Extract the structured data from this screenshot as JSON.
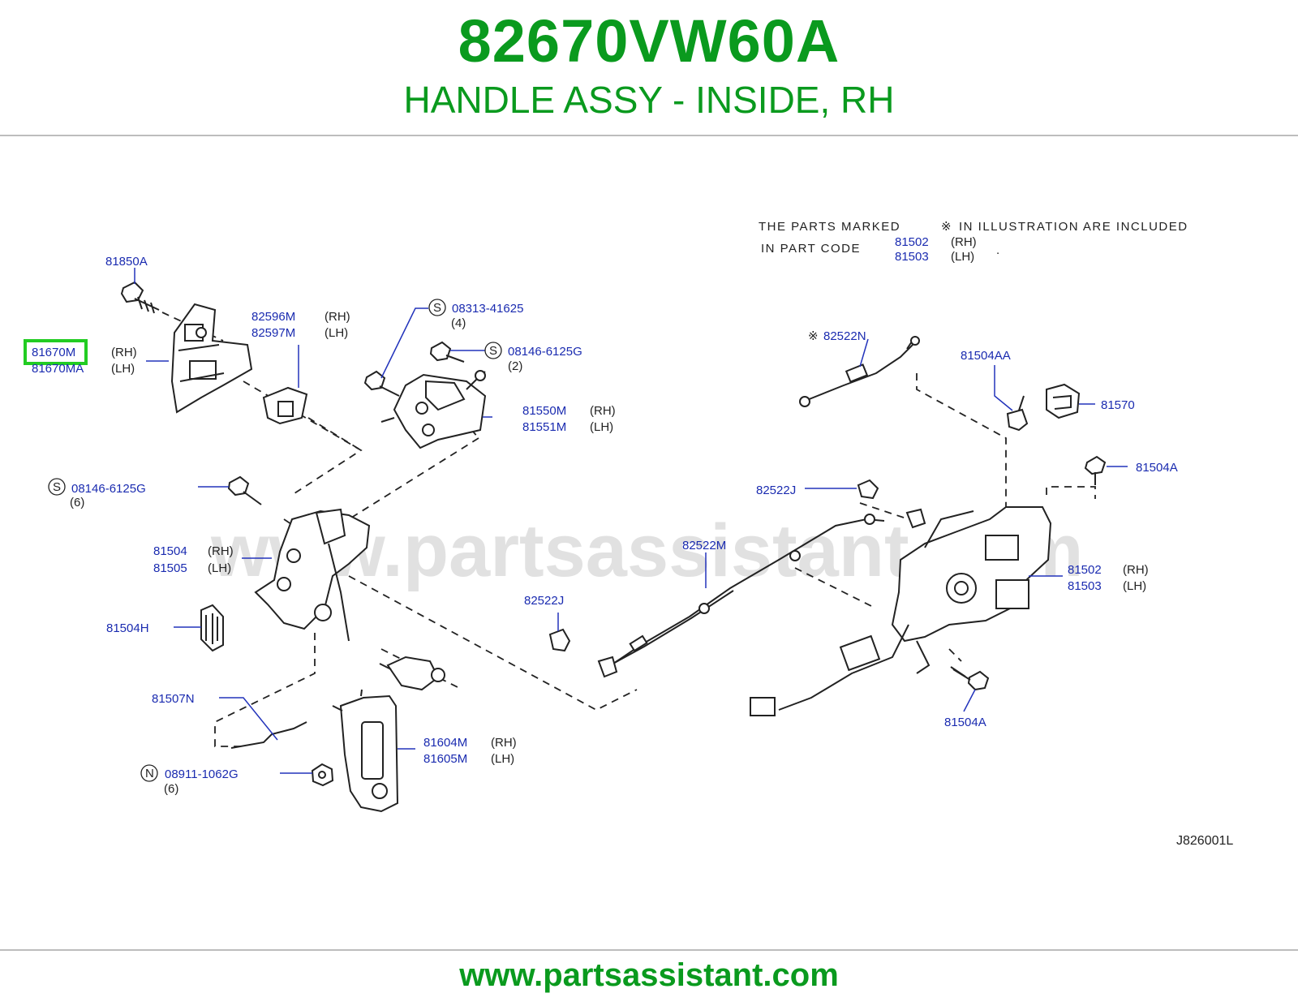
{
  "header": {
    "part_number": "82670VW60A",
    "description": "HANDLE ASSY - INSIDE, RH"
  },
  "footer": {
    "url": "www.partsassistant.com"
  },
  "watermark": "www.partsassistant.com",
  "colors": {
    "brand_green": "#0a9a1e",
    "callout_blue": "#1a2bb0",
    "highlight": "#22cc22"
  },
  "diagram": {
    "code": "J826001L",
    "note": {
      "line1": "THE   PARTS   MARKED",
      "mark": "※",
      "line1b": "IN   ILLUSTRATION   ARE   INCLUDED",
      "line2": "IN   PART   CODE",
      "codes": [
        "81502",
        "81503"
      ],
      "sides": [
        "(RH)",
        "(LH)"
      ],
      "end": "."
    },
    "callouts": [
      {
        "id": "c81850A",
        "lines": [
          "81850A"
        ],
        "sides": []
      },
      {
        "id": "c81670M",
        "lines": [
          "81670M",
          "81670MA"
        ],
        "sides": [
          "(RH)",
          "(LH)"
        ],
        "highlighted": true
      },
      {
        "id": "c82596M",
        "lines": [
          "82596M",
          "82597M"
        ],
        "sides": [
          "(RH)",
          "(LH)"
        ]
      },
      {
        "id": "c08313",
        "symbol": "S",
        "lines": [
          "08313-41625"
        ],
        "qty": "(4)"
      },
      {
        "id": "c08146a",
        "symbol": "S",
        "lines": [
          "08146-6125G"
        ],
        "qty": "(2)"
      },
      {
        "id": "c81550M",
        "lines": [
          "81550M",
          "81551M"
        ],
        "sides": [
          "(RH)",
          "(LH)"
        ]
      },
      {
        "id": "c08146b",
        "symbol": "S",
        "lines": [
          "08146-6125G"
        ],
        "qty": "(6)"
      },
      {
        "id": "c81504",
        "lines": [
          "81504",
          "81505"
        ],
        "sides": [
          "(RH)",
          "(LH)"
        ]
      },
      {
        "id": "c81504H",
        "lines": [
          "81504H"
        ],
        "sides": []
      },
      {
        "id": "c81507N",
        "lines": [
          "81507N"
        ],
        "sides": []
      },
      {
        "id": "c08911",
        "symbol": "N",
        "lines": [
          "08911-1062G"
        ],
        "qty": "(6)"
      },
      {
        "id": "c81604M",
        "lines": [
          "81604M",
          "81605M"
        ],
        "sides": [
          "(RH)",
          "(LH)"
        ]
      },
      {
        "id": "c82522N",
        "mark": "※",
        "lines": [
          "82522N"
        ],
        "sides": []
      },
      {
        "id": "c81504AA",
        "lines": [
          "81504AA"
        ],
        "sides": []
      },
      {
        "id": "c81570",
        "lines": [
          "81570"
        ],
        "sides": []
      },
      {
        "id": "c81504A_top",
        "lines": [
          "81504A"
        ],
        "sides": []
      },
      {
        "id": "c82522J_top",
        "lines": [
          "82522J"
        ],
        "sides": []
      },
      {
        "id": "c82522M",
        "lines": [
          "82522M"
        ],
        "sides": []
      },
      {
        "id": "c82522J_bot",
        "lines": [
          "82522J"
        ],
        "sides": []
      },
      {
        "id": "c81502",
        "lines": [
          "81502",
          "81503"
        ],
        "sides": [
          "(RH)",
          "(LH)"
        ]
      },
      {
        "id": "c81504A_bot",
        "lines": [
          "81504A"
        ],
        "sides": []
      }
    ]
  }
}
